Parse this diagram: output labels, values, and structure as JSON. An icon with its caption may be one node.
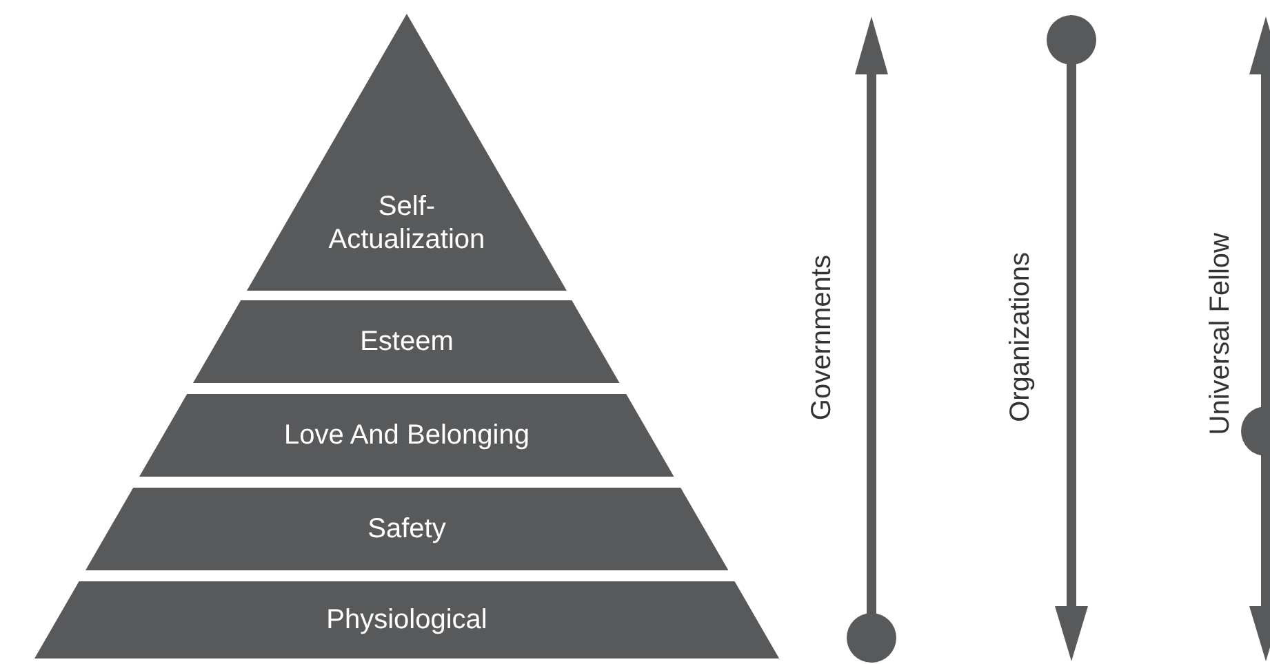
{
  "diagram": {
    "nodes": [
      {
        "text": [
          "Self-Actualization"
        ]
      },
      {
        "text": [
          "Esteem"
        ]
      },
      {
        "text": [
          "Love And Belonging"
        ]
      },
      {
        "text": [
          "Safety"
        ]
      },
      {
        "text": [
          "Physiological"
        ]
      }
    ],
    "labels": [
      "Governments",
      "Organizations",
      "Universal Fellow"
    ]
  }
}
